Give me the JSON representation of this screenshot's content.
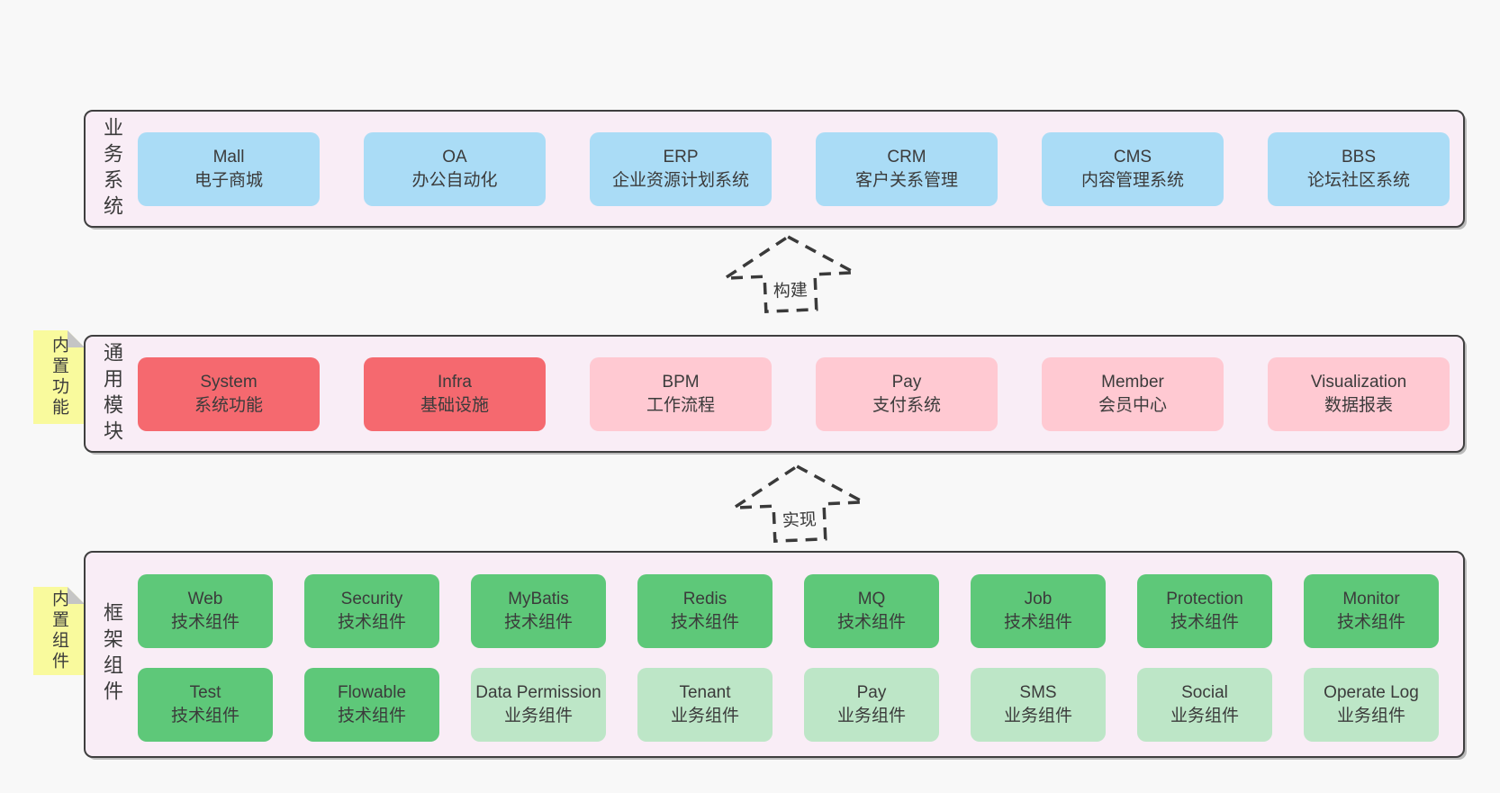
{
  "layers": {
    "business": {
      "label": "业务系统",
      "boxes": [
        {
          "name": "Mall",
          "desc": "电子商城",
          "type": "blue"
        },
        {
          "name": "OA",
          "desc": "办公自动化",
          "type": "blue"
        },
        {
          "name": "ERP",
          "desc": "企业资源计划系统",
          "type": "blue"
        },
        {
          "name": "CRM",
          "desc": "客户关系管理",
          "type": "blue"
        },
        {
          "name": "CMS",
          "desc": "内容管理系统",
          "type": "blue"
        },
        {
          "name": "BBS",
          "desc": "论坛社区系统",
          "type": "blue"
        }
      ]
    },
    "modules": {
      "label": "通用模块",
      "tag": "内置功能",
      "boxes": [
        {
          "name": "System",
          "desc": "系统功能",
          "type": "red"
        },
        {
          "name": "Infra",
          "desc": "基础设施",
          "type": "red"
        },
        {
          "name": "BPM",
          "desc": "工作流程",
          "type": "pink"
        },
        {
          "name": "Pay",
          "desc": "支付系统",
          "type": "pink"
        },
        {
          "name": "Member",
          "desc": "会员中心",
          "type": "pink"
        },
        {
          "name": "Visualization",
          "desc": "数据报表",
          "type": "pink"
        }
      ]
    },
    "framework": {
      "label": "框架组件",
      "tag": "内置组件",
      "rows": [
        [
          {
            "name": "Web",
            "desc": "技术组件",
            "type": "green"
          },
          {
            "name": "Security",
            "desc": "技术组件",
            "type": "green"
          },
          {
            "name": "MyBatis",
            "desc": "技术组件",
            "type": "green"
          },
          {
            "name": "Redis",
            "desc": "技术组件",
            "type": "green"
          },
          {
            "name": "MQ",
            "desc": "技术组件",
            "type": "green"
          },
          {
            "name": "Job",
            "desc": "技术组件",
            "type": "green"
          },
          {
            "name": "Protection",
            "desc": "技术组件",
            "type": "green"
          },
          {
            "name": "Monitor",
            "desc": "技术组件",
            "type": "green"
          }
        ],
        [
          {
            "name": "Test",
            "desc": "技术组件",
            "type": "green"
          },
          {
            "name": "Flowable",
            "desc": "技术组件",
            "type": "green"
          },
          {
            "name": "Data Permission",
            "desc": "业务组件",
            "type": "lightgreen"
          },
          {
            "name": "Tenant",
            "desc": "业务组件",
            "type": "lightgreen"
          },
          {
            "name": "Pay",
            "desc": "业务组件",
            "type": "lightgreen"
          },
          {
            "name": "SMS",
            "desc": "业务组件",
            "type": "lightgreen"
          },
          {
            "name": "Social",
            "desc": "业务组件",
            "type": "lightgreen"
          },
          {
            "name": "Operate Log",
            "desc": "业务组件",
            "type": "lightgreen"
          }
        ]
      ]
    }
  },
  "arrows": {
    "build": {
      "label": "构建"
    },
    "implement": {
      "label": "实现"
    }
  },
  "colors": {
    "page_bg": "#f8f8f8",
    "layer_bg": "#f9edf6",
    "layer_border": "#3f3f3f",
    "box_blue": "#aadcf6",
    "box_red": "#f5696f",
    "box_pink": "#ffc9d2",
    "box_green": "#5ec879",
    "box_lightgreen": "#bde6c7",
    "sticky_yellow": "#f9fa9d",
    "fold_gray": "#c5c5c5",
    "text": "#3b3b3b"
  }
}
